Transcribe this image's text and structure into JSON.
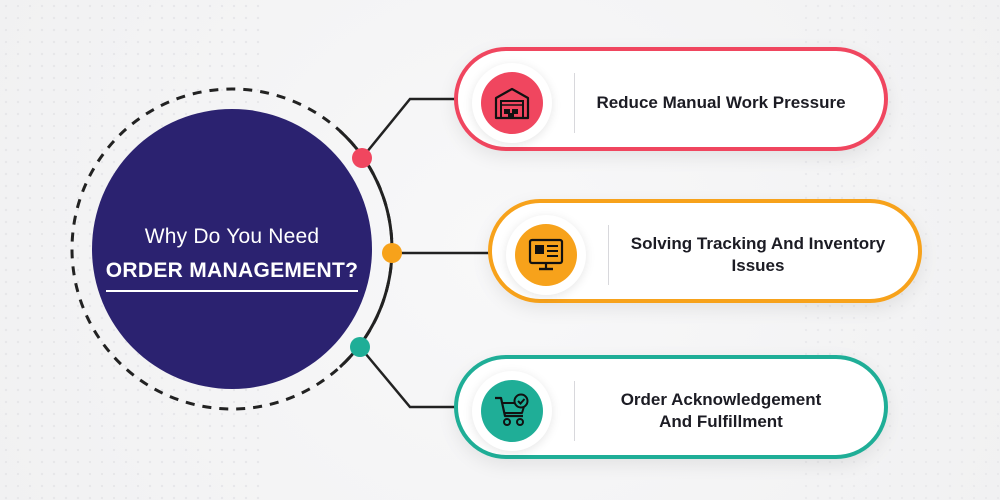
{
  "hub": {
    "line1": "Why Do You Need",
    "line2": "ORDER MANAGEMENT?"
  },
  "cards": [
    {
      "icon": "warehouse-icon",
      "text": [
        "Reduce Manual Work Pressure"
      ],
      "color": "#f0465f"
    },
    {
      "icon": "inventory-monitor-icon",
      "text": [
        "Solving Tracking And Inventory",
        "Issues"
      ],
      "color": "#f7a21b"
    },
    {
      "icon": "cart-check-icon",
      "text": [
        "Order Acknowledgement",
        "And Fulfillment"
      ],
      "color": "#1fae97"
    }
  ],
  "colors": {
    "hub": "#2b2270",
    "connector": "#222222"
  }
}
